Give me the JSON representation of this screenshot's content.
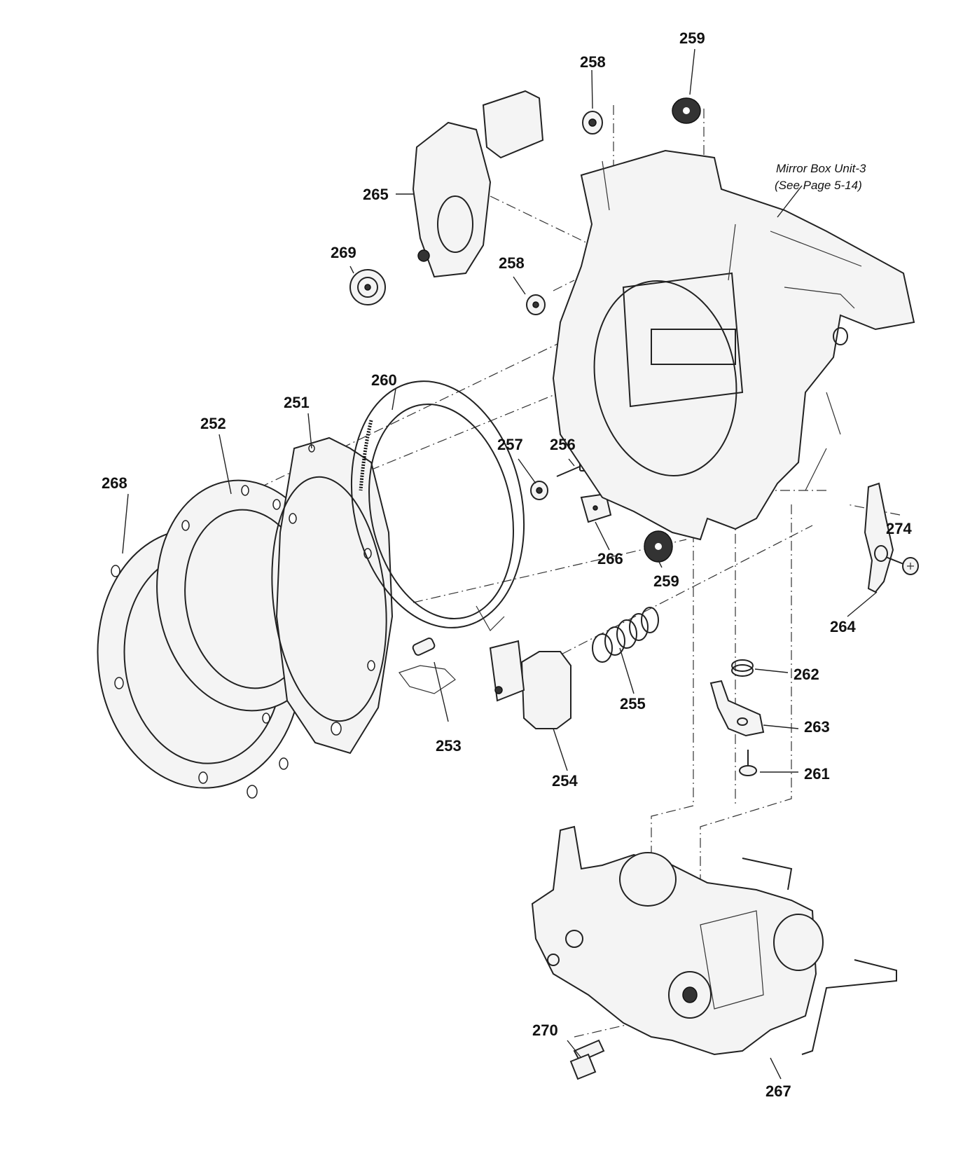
{
  "diagram": {
    "callouts": [
      {
        "id": "c251",
        "text": "251"
      },
      {
        "id": "c252",
        "text": "252"
      },
      {
        "id": "c253",
        "text": "253"
      },
      {
        "id": "c254",
        "text": "254"
      },
      {
        "id": "c255",
        "text": "255"
      },
      {
        "id": "c256",
        "text": "256"
      },
      {
        "id": "c257",
        "text": "257"
      },
      {
        "id": "c258a",
        "text": "258"
      },
      {
        "id": "c258b",
        "text": "258"
      },
      {
        "id": "c259a",
        "text": "259"
      },
      {
        "id": "c259b",
        "text": "259"
      },
      {
        "id": "c260",
        "text": "260"
      },
      {
        "id": "c261",
        "text": "261"
      },
      {
        "id": "c262",
        "text": "262"
      },
      {
        "id": "c263",
        "text": "263"
      },
      {
        "id": "c264",
        "text": "264"
      },
      {
        "id": "c265",
        "text": "265"
      },
      {
        "id": "c266",
        "text": "266"
      },
      {
        "id": "c267",
        "text": "267"
      },
      {
        "id": "c268",
        "text": "268"
      },
      {
        "id": "c269",
        "text": "269"
      },
      {
        "id": "c270",
        "text": "270"
      },
      {
        "id": "c274",
        "text": "274"
      }
    ],
    "note": {
      "line1": "Mirror Box Unit-3",
      "line2": "(See Page 5-14)"
    }
  }
}
